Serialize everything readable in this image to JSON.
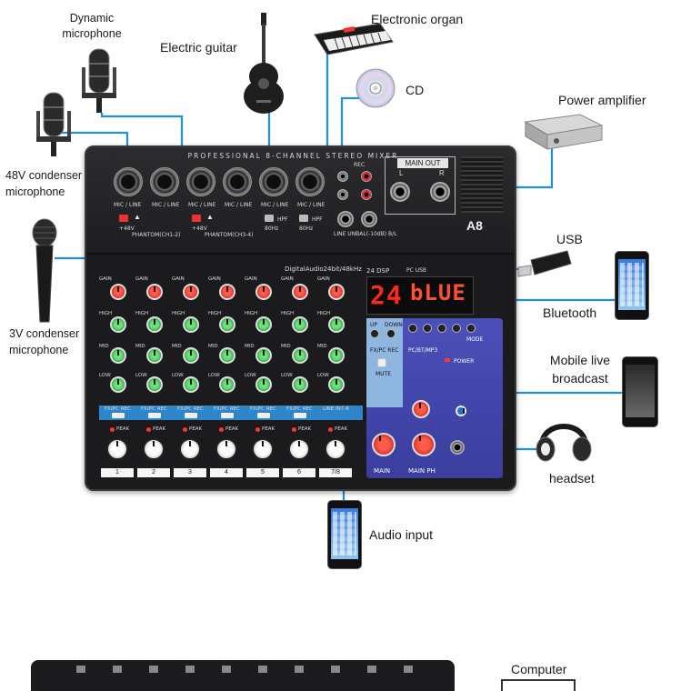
{
  "labels": {
    "dynamic_mic": "Dynamic\nmicrophone",
    "electric_guitar": "Electric guitar",
    "electronic_organ": "Electronic organ",
    "cd": "CD",
    "power_amplifier": "Power amplifier",
    "condenser_48v": "48V condenser\nmicrophone",
    "usb": "USB",
    "condenser_3v": "3V condenser\nmicrophone",
    "bluetooth": "Bluetooth",
    "mobile_live": "Mobile live\nbroadcast",
    "headset": "headset",
    "audio_input": "Audio input",
    "computer": "Computer"
  },
  "mixer": {
    "brand": "PROFESSIONAL 8-CHANNEL STEREO MIXER",
    "model": "A8",
    "main_out": "MAIN OUT",
    "left": "L",
    "right": "R",
    "rec": "REC",
    "mic_line": "MIC / LINE",
    "phantom1": "PHANTOM(CH1-2)",
    "phantom2": "PHANTOM(CH3-4)",
    "plus48v": "+48V",
    "hpf": "HPF",
    "hz80": "80Hz",
    "line_unbal": "LINE UNBAL(-10dB) B/L",
    "digital": "DigitalAudio24bit/48kHz",
    "dsp": "24 DSP",
    "pc_usb": "PC USB",
    "display_left": "24",
    "display_right": "bLUE",
    "main": "MAIN",
    "main_ph": "MAIN PH",
    "fx_pc_rec": "FX/PC REC",
    "line_in": "LINE IN7-8",
    "peak": "PEAK",
    "gain": "GAIN",
    "high": "HIGH",
    "mid": "MID",
    "low": "LOW",
    "up": "UP",
    "down": "DOWN",
    "mode": "MODE",
    "pc_bt_mp3": "PC/BT/MP3",
    "mute": "MUTE",
    "power": "POWER",
    "channel_numbers": [
      "1",
      "2",
      "3",
      "4",
      "5",
      "6",
      "7/8"
    ]
  },
  "colors": {
    "wire": "#1f8fd6",
    "mixer_body": "#1b1b1d",
    "knob_gain": "#e0342a",
    "knob_eq": "#2fb84a",
    "dsp_panel": "#4448aa"
  }
}
